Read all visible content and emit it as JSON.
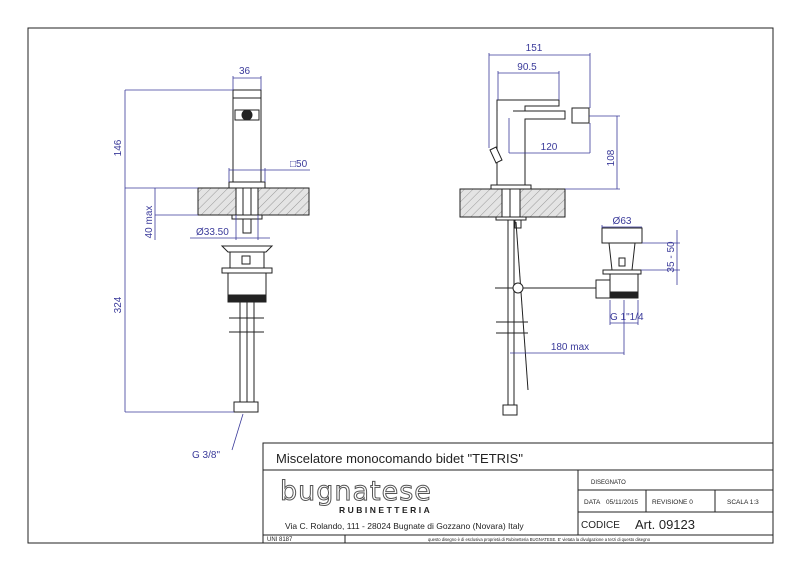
{
  "title": "Miscelatore monocomando bidet \"TETRIS\"",
  "company": {
    "logo": "bugnatese",
    "subtitle": "RUBINETTERIA",
    "address": "Via C. Rolando, 111 - 28024 Bugnate di Gozzano (Novara) Italy"
  },
  "fields": {
    "disegnato_label": "DISEGNATO",
    "data_label": "DATA",
    "data_value": "05/11/2015",
    "revisione": "REVISIONE 0",
    "scala": "SCALA  1:3",
    "codice_label": "CODICE",
    "codice_value": "Art. 09123"
  },
  "standard": "UNI 8187",
  "disclaimer": "questo disegno è di esclusiva proprietà di Rubinetteria BUGNATESE. E' vietata la divulgazione a terzi di questo disegno",
  "dimensions": {
    "front": {
      "width_top": "36",
      "height_above": "146",
      "base_square": "□50",
      "counter_max": "40 max",
      "hole_dia": "Ø33.50",
      "total_below": "324",
      "connection": "G 3/8\""
    },
    "side": {
      "overall": "151",
      "lever": "90.5",
      "spout": "120",
      "spout_height": "108",
      "drain_dia": "Ø63",
      "drain_range": "35 - 50",
      "drain_thread": "G 1\"1/4",
      "rod_max": "180 max"
    }
  },
  "colors": {
    "dimension": "#3a3a9a",
    "line": "#222222",
    "hatch": "#d8d8d8"
  }
}
